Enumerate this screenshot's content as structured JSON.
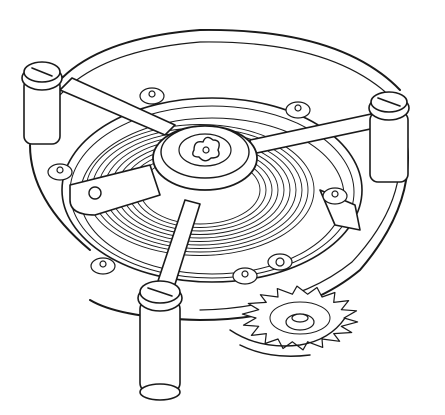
{
  "drawing": {
    "style": "line-art",
    "colors": {
      "line": "#1a1a1a",
      "fill": "#ffffff",
      "shade": "#f2f2f2"
    },
    "parts": [
      "cage-outer-ring",
      "cage-inner-ring",
      "cage-bridge-arms",
      "center-cap",
      "balance-spring",
      "balance-wheel",
      "pillar-screws",
      "jewel-settings",
      "escape-wheel",
      "escape-pinion"
    ]
  }
}
